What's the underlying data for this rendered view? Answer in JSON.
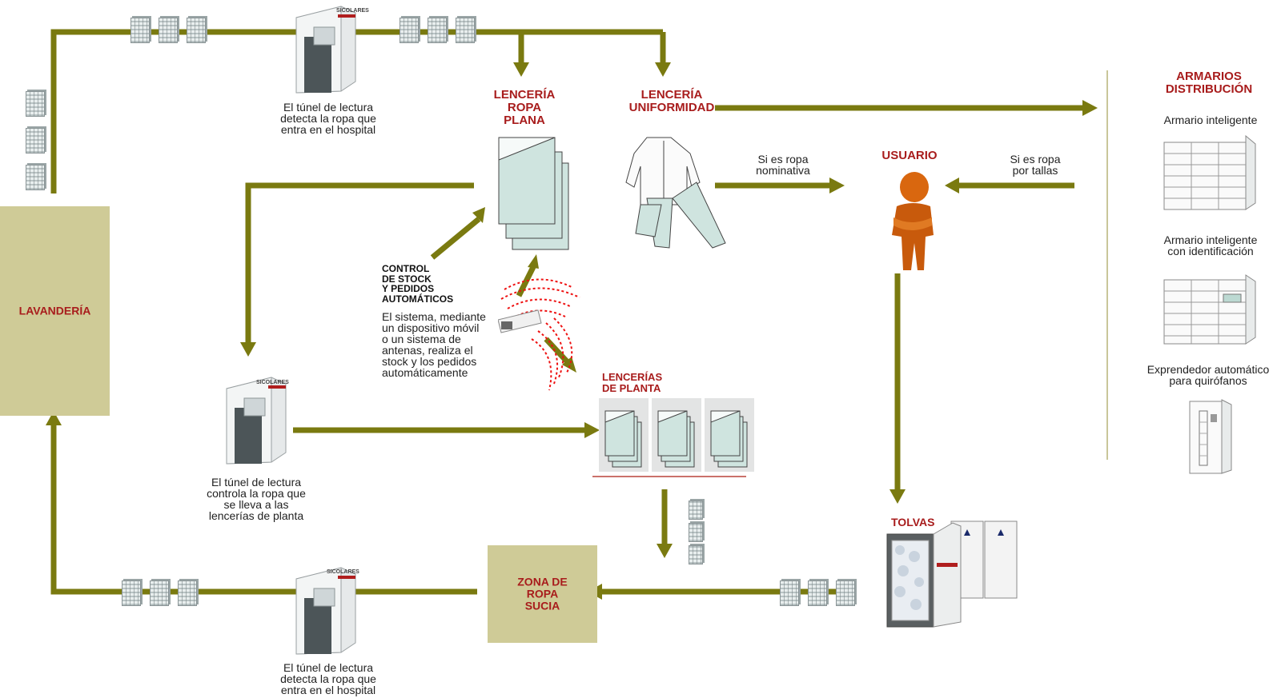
{
  "colors": {
    "arrow": "#7a7a10",
    "label_red": "#a81c1c",
    "box_olive": "#cfcb97",
    "figure": "#d9670f",
    "sheet": "#cfe4df"
  },
  "boxes": {
    "lavanderia": "LAVANDERÍA",
    "zona_ropa_sucia": "ZONA DE\nROPA\nSUCIA"
  },
  "headings": {
    "lenceria_ropa_plana": "LENCERÍA\nROPA\nPLANA",
    "lenceria_uniformidad": "LENCERÍA\nUNIFORMIDAD",
    "usuario": "USUARIO",
    "armarios_distribucion": "ARMARIOS\nDISTRIBUCIÓN",
    "lencerias_de_planta": "LENCERÍAS\nDE PLANTA",
    "tolvas": "TOLVAS"
  },
  "captions": {
    "tunnel_top": "El túnel de lectura\ndetecta la ropa que\nentra en el hospital",
    "tunnel_middle": "El túnel de lectura\ncontrola la ropa que\nse lleva a las\nlencerías de planta",
    "tunnel_bottom": "El túnel de lectura\ndetecta la ropa que\nentra en el hospital",
    "control_title": "CONTROL\nDE STOCK\nY PEDIDOS\nAUTOMÁTICOS",
    "control_body": "El sistema, mediante\nun dispositivo móvil\no un sistema de\nantenas, realiza el\nstock y los pedidos\nautomáticamente",
    "nominativa": "Si es ropa\nnominativa",
    "por_tallas": "Si es ropa\npor tallas",
    "armario_inteligente": "Armario inteligente",
    "armario_identificacion": "Armario inteligente\ncon identificación",
    "expendedor": "Exprendedor automático\npara quirófanos"
  },
  "tunnel_brand": "SICOLARES",
  "icons": [
    "arrow-icon",
    "laundry-cart-icon",
    "reading-tunnel-icon",
    "linen-stack-icon",
    "uniform-icon",
    "user-figure-icon",
    "rfid-reader-icon",
    "smart-locker-icon",
    "dispenser-icon",
    "hopper-bins-icon"
  ]
}
